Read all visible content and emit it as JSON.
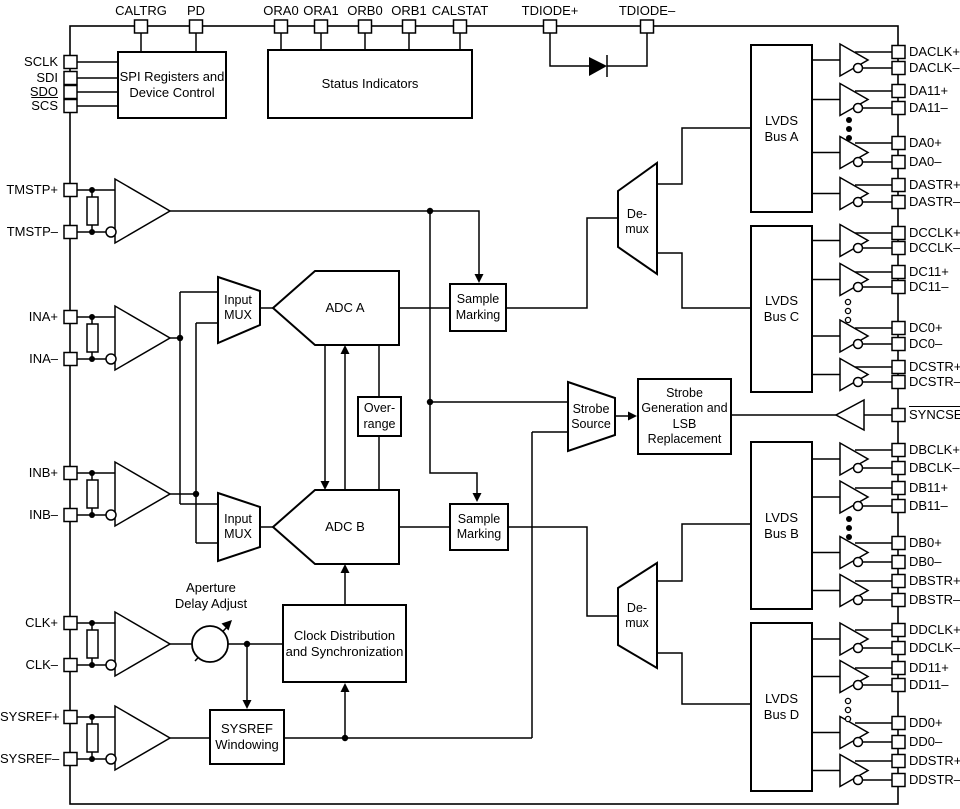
{
  "pins": {
    "top": [
      "CALTRG",
      "PD",
      "ORA0",
      "ORA1",
      "ORB0",
      "ORB1",
      "CALSTAT",
      "TDIODE+",
      "TDIODE–"
    ],
    "left": [
      "SCLK",
      "SDI",
      "SDO",
      "SCS",
      "TMSTP+",
      "TMSTP–",
      "INA+",
      "INA–",
      "INB+",
      "INB–",
      "CLK+",
      "CLK–",
      "SYSREF+",
      "SYSREF–"
    ],
    "right": [
      "DACLK+",
      "DACLK–",
      "DA11+",
      "DA11–",
      "DA0+",
      "DA0–",
      "DASTR+",
      "DASTR–",
      "DCCLK+",
      "DCCLK–",
      "DC11+",
      "DC11–",
      "DC0+",
      "DC0–",
      "DCSTR+",
      "DCSTR–",
      "SYNCSE",
      "DBCLK+",
      "DBCLK–",
      "DB11+",
      "DB11–",
      "DB0+",
      "DB0–",
      "DBSTR+",
      "DBSTR–",
      "DDCLK+",
      "DDCLK–",
      "DD11+",
      "DD11–",
      "DD0+",
      "DD0–",
      "DDSTR+",
      "DDSTR–"
    ]
  },
  "blocks": {
    "spi": "SPI Registers and\nDevice Control",
    "status": "Status Indicators",
    "input_mux_a": "Input\nMUX",
    "input_mux_b": "Input\nMUX",
    "adc_a": "ADC A",
    "adc_b": "ADC B",
    "overrange": "Over-\nrange",
    "sample_marking_a": "Sample\nMarking",
    "sample_marking_b": "Sample\nMarking",
    "aperture": "Aperture\nDelay Adjust",
    "clock_dist": "Clock Distribution\nand Synchronization",
    "sysref_windowing": "SYSREF\nWindowing",
    "demux_top": "De-\nmux",
    "demux_bottom": "De-\nmux",
    "strobe_source": "Strobe\nSource",
    "strobe_gen": "Strobe\nGeneration and\nLSB\nReplacement",
    "lvds_a": "LVDS\nBus A",
    "lvds_c": "LVDS\nBus C",
    "lvds_b": "LVDS\nBus B",
    "lvds_d": "LVDS\nBus D"
  },
  "colors": {
    "line": "#000000",
    "background": "#ffffff"
  }
}
